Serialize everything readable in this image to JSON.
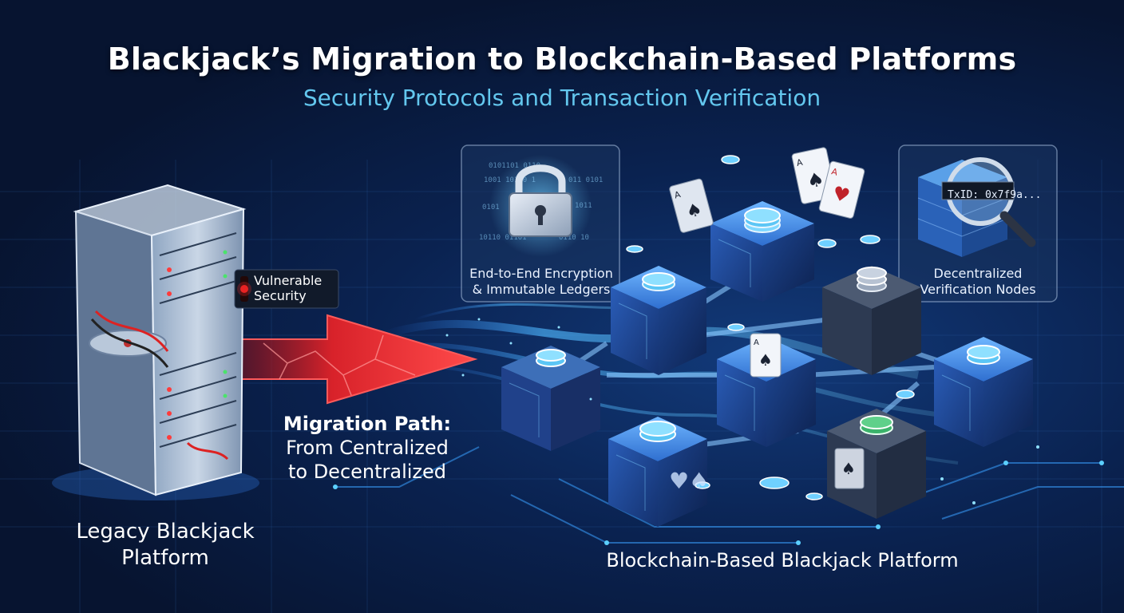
{
  "title": "Blackjack’s Migration to Blockchain-Based Platforms",
  "subtitle": "Security Protocols and Transaction Verification",
  "legacy": {
    "label_line1": "Legacy Blackjack",
    "label_line2": "Platform"
  },
  "alert": {
    "line1": "Vulnerable",
    "line2": "Security",
    "color": "#e02020"
  },
  "migration": {
    "line1": "Migration Path:",
    "line2": "From Centralized",
    "line3": "to Decentralized"
  },
  "encryption_panel": {
    "line1": "End-to-End Encryption",
    "line2": "& Immutable Ledgers",
    "icon": "padlock-icon"
  },
  "verification_panel": {
    "line1": "Decentralized",
    "line2": "Verification Nodes",
    "txid": "TxID: 0x7f9a...",
    "icon": "magnifier-icon"
  },
  "blockchain": {
    "label": "Blockchain-Based Blackjack Platform"
  },
  "colors": {
    "accent": "#63c7ee",
    "arrow": "#d8222a",
    "background": "#071430"
  }
}
